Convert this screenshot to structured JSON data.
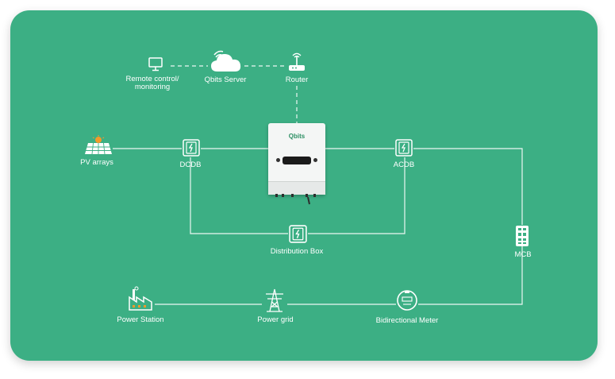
{
  "diagram": {
    "nodes": {
      "remote": {
        "label_line1": "Remote control/",
        "label_line2": "monitoring",
        "icon": "monitor-icon"
      },
      "server": {
        "label": "Qbits Server",
        "icon": "cloud-wifi-icon"
      },
      "router": {
        "label": "Router",
        "icon": "router-icon"
      },
      "pv": {
        "label": "PV arrays",
        "icon": "solar-panel-icon"
      },
      "dcdb": {
        "label": "DCDB",
        "icon": "distribution-box-icon"
      },
      "inverter": {
        "brand": "Qbits",
        "icon": "inverter-icon"
      },
      "acdb": {
        "label": "ACDB",
        "icon": "distribution-box-icon"
      },
      "distribution_box": {
        "label": "Distribution Box",
        "icon": "distribution-box-icon"
      },
      "mcb": {
        "label": "MCB",
        "icon": "breaker-icon"
      },
      "power_station": {
        "label": "Power Station",
        "icon": "factory-icon"
      },
      "power_grid": {
        "label": "Power grid",
        "icon": "pylon-icon"
      },
      "meter": {
        "label": "Bidirectional Meter",
        "icon": "meter-icon"
      }
    },
    "colors": {
      "background": "#3caf84",
      "line": "#ffffff",
      "accent": "#f39a2a"
    }
  }
}
